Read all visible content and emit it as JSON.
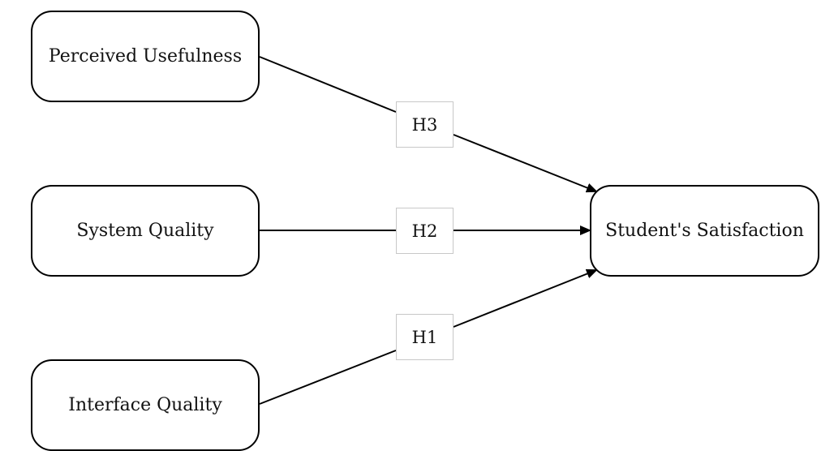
{
  "nodes": {
    "perceived_usefulness": "Perceived Usefulness",
    "system_quality": "System Quality",
    "interface_quality": "Interface Quality",
    "students_satisfaction": "Student's Satisfaction"
  },
  "hypotheses": {
    "h1": "H1",
    "h2": "H2",
    "h3": "H3"
  },
  "colors": {
    "stroke": "#000000",
    "label_border": "#c8c8c8",
    "background": "#ffffff"
  }
}
